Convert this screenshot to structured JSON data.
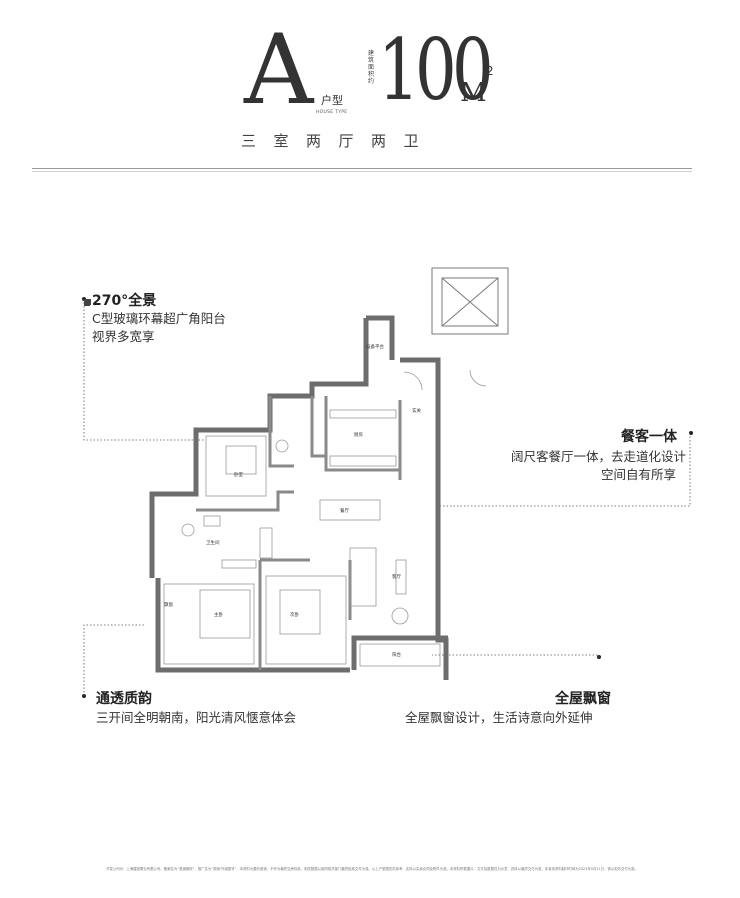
{
  "header": {
    "type_letter": "A",
    "type_cn": "户型",
    "type_en": "HOUSE TYPE",
    "area_label": "建筑面积约",
    "area_value": "100",
    "area_unit": "M",
    "area_sup": "2",
    "subtitle": "三室两厅两卫"
  },
  "callouts": {
    "panorama": {
      "title": "270°全景",
      "lines": [
        "C型玻璃环幕超广角阳台",
        "视界多宽享"
      ]
    },
    "dining": {
      "title": "餐客一体",
      "lines": [
        "阔尺客餐厅一体，去走道化设计",
        "空间自有所享"
      ]
    },
    "lighting": {
      "title": "通透质韵",
      "lines": [
        "三开间全明朝南，阳光清风惬意体会"
      ]
    },
    "bay_window": {
      "title": "全屋飘窗",
      "lines": [
        "全屋飘窗设计，生活诗意向外延伸"
      ]
    }
  },
  "plan": {
    "rooms": {
      "equipment_platform": "设备平台",
      "entrance": "玄关",
      "kitchen": "厨房",
      "dining": "餐厅",
      "living": "客厅",
      "balcony": "阳台",
      "second_bedroom": "卧室",
      "master_bedroom": "主卧",
      "third_bedroom": "次卧",
      "bathroom": "卫生间",
      "bay_window": "飘窗"
    }
  },
  "footer": {
    "text": "开发公司为：上海建投置业有限公司。备案名为“观澜御府”，推广名为“观澜·外滩壹号”，本资料为要约邀请，不作为最终交房标准，相关数据以政府相关部门最终批准文件为准。以上户型图仅供参考，实际以买卖合同及附件为准。本资料所载图片、文字及数据仅为示意，具体以最终交付为准，本宣传资料制作时间为2023年5月21日，请以实际交付为准。"
  }
}
